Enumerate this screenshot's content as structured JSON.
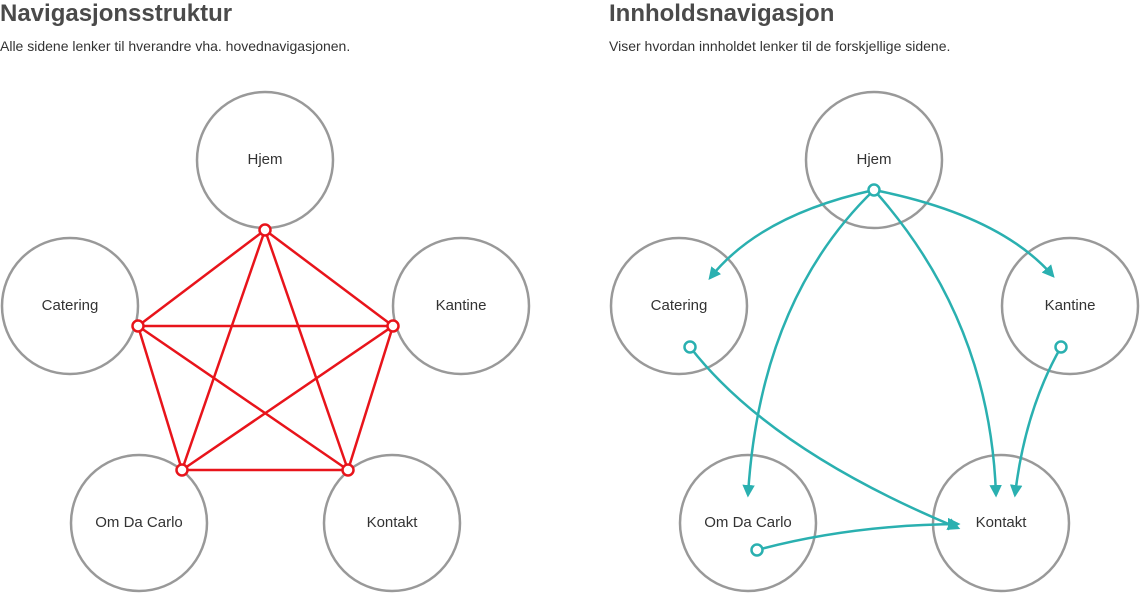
{
  "left_panel": {
    "title": "Navigasjonsstruktur",
    "subtitle": "Alle sidene lenker til hverandre vha. hovednavigasjonen.",
    "link_color": "#e8141b",
    "nodes": [
      "Hjem",
      "Catering",
      "Kantine",
      "Om Da Carlo",
      "Kontakt"
    ],
    "links": [
      [
        "Hjem",
        "Catering"
      ],
      [
        "Hjem",
        "Kantine"
      ],
      [
        "Hjem",
        "Om Da Carlo"
      ],
      [
        "Hjem",
        "Kontakt"
      ],
      [
        "Catering",
        "Kantine"
      ],
      [
        "Catering",
        "Om Da Carlo"
      ],
      [
        "Catering",
        "Kontakt"
      ],
      [
        "Kantine",
        "Om Da Carlo"
      ],
      [
        "Kantine",
        "Kontakt"
      ],
      [
        "Om Da Carlo",
        "Kontakt"
      ]
    ]
  },
  "right_panel": {
    "title": "Innholdsnavigasjon",
    "subtitle": "Viser hvordan innholdet lenker til de forskjellige sidene.",
    "link_color": "#2ab0b0",
    "nodes": [
      "Hjem",
      "Catering",
      "Kantine",
      "Om Da Carlo",
      "Kontakt"
    ],
    "links": [
      [
        "Hjem",
        "Catering"
      ],
      [
        "Hjem",
        "Kantine"
      ],
      [
        "Hjem",
        "Om Da Carlo"
      ],
      [
        "Hjem",
        "Kontakt"
      ],
      [
        "Catering",
        "Kontakt"
      ],
      [
        "Kantine",
        "Kontakt"
      ],
      [
        "Om Da Carlo",
        "Kontakt"
      ]
    ]
  }
}
